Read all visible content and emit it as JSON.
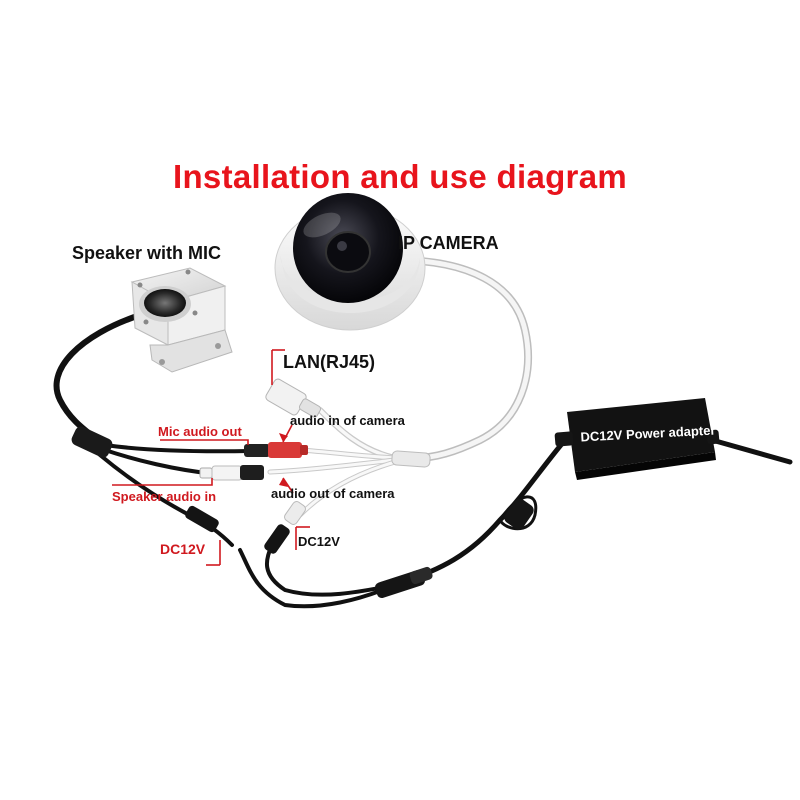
{
  "title": "Installation and use diagram",
  "labels": {
    "speaker": "Speaker with MIC",
    "camera": "IP CAMERA",
    "lan": "LAN(RJ45)",
    "audio_in_camera": "audio in of camera",
    "mic_audio_out": "Mic audio out",
    "audio_out_camera": "audio out of camera",
    "speaker_audio_in": "Speaker audio in",
    "dc12v_left": "DC12V",
    "dc12v_right": "DC12V",
    "adapter": "DC12V Power adapter"
  },
  "colors": {
    "title": "#e8141c",
    "callout": "#d0191f"
  }
}
